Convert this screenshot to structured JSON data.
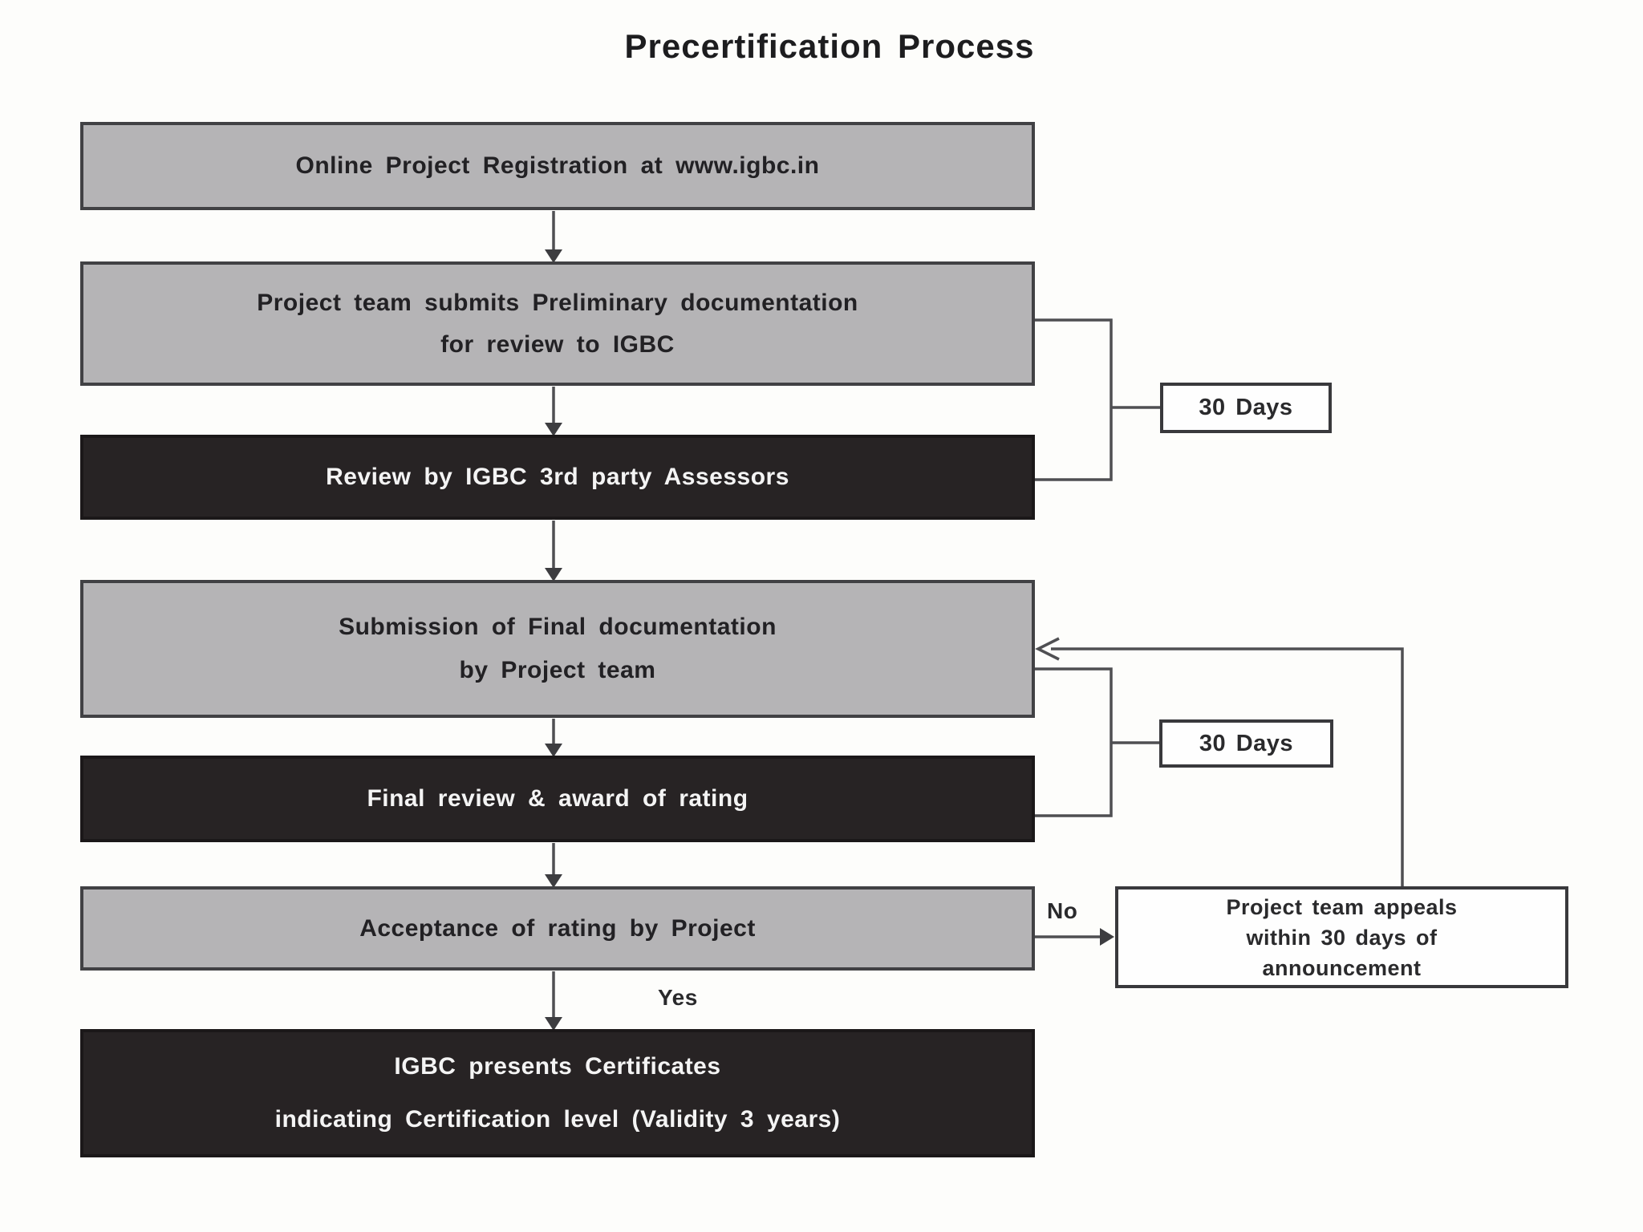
{
  "title": "Precertification Process",
  "steps": [
    {
      "style": "gray",
      "lines": [
        "Online Project Registration at www.igbc.in"
      ]
    },
    {
      "style": "gray",
      "lines": [
        "Project team submits Preliminary documentation",
        "for review to IGBC"
      ]
    },
    {
      "style": "black",
      "lines": [
        "Review by IGBC 3rd party Assessors"
      ]
    },
    {
      "style": "gray",
      "lines": [
        "Submission of Final documentation",
        "by Project team"
      ]
    },
    {
      "style": "black",
      "lines": [
        "Final review & award of rating"
      ]
    },
    {
      "style": "gray",
      "lines": [
        "Acceptance of rating by Project"
      ]
    },
    {
      "style": "black",
      "lines": [
        "IGBC presents Certificates",
        "indicating Certification level (Validity 3 years)"
      ]
    }
  ],
  "timers": [
    {
      "label": "30 Days"
    },
    {
      "label": "30 Days"
    }
  ],
  "appeal": {
    "lines": [
      "Project team appeals",
      "within 30 days of",
      "announcement"
    ]
  },
  "decision": {
    "yes": "Yes",
    "no": "No"
  },
  "colors": {
    "gray_box": "#b5b4b6",
    "black_box": "#272324",
    "box_border": "#414144",
    "white_box": "#fefefe",
    "line": "#4f4f52",
    "text_dark": "#222124",
    "text_light": "#f4f4f4",
    "background": "#fdfdfb"
  }
}
